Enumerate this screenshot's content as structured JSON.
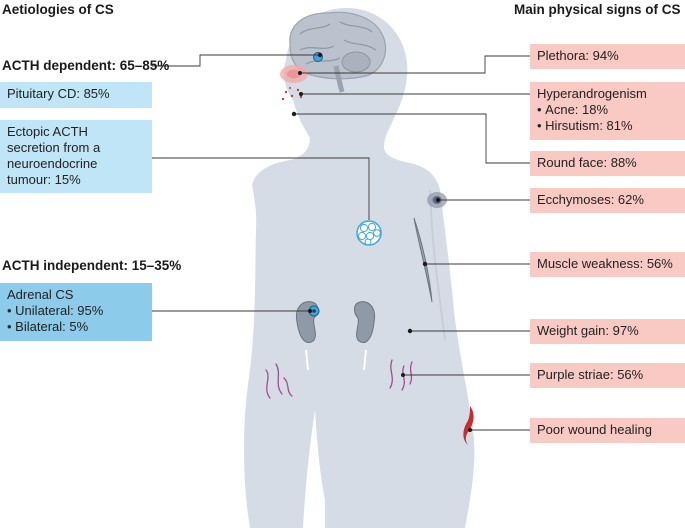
{
  "headings": {
    "left": "Aetiologies of CS",
    "right": "Main physical signs of CS",
    "acth_dependent": "ACTH dependent: 65–85%",
    "acth_independent": "ACTH independent: 15–35%"
  },
  "aetiologies": {
    "pituitary": "Pituitary CD: 85%",
    "ectopic": [
      "Ectopic ACTH",
      "secretion from a",
      "neuroendocrine",
      "tumour: 15%"
    ],
    "adrenal": {
      "title": "Adrenal CS",
      "items": [
        "Unilateral: 95%",
        "Bilateral: 5%"
      ]
    }
  },
  "signs": {
    "plethora": "Plethora: 94%",
    "hyperandrogenism": {
      "title": "Hyperandrogenism",
      "items": [
        "Acne: 18%",
        "Hirsutism: 81%"
      ]
    },
    "round_face": "Round face: 88%",
    "ecchymoses": "Ecchymoses: 62%",
    "muscle_weakness": "Muscle weakness: 56%",
    "weight_gain": "Weight gain: 97%",
    "purple_striae": "Purple striae: 56%",
    "poor_wound_healing": "Poor wound healing"
  },
  "colors": {
    "body": "#d6dce5",
    "brain": "#b9c2cd",
    "left_box_light": "#bfe5f7",
    "left_box_adrenal": "#8ccbea",
    "right_box": "#f9c9c4",
    "tumour": "#3ea6e0",
    "wound": "#cc2b2b",
    "striae": "#a24c92"
  }
}
